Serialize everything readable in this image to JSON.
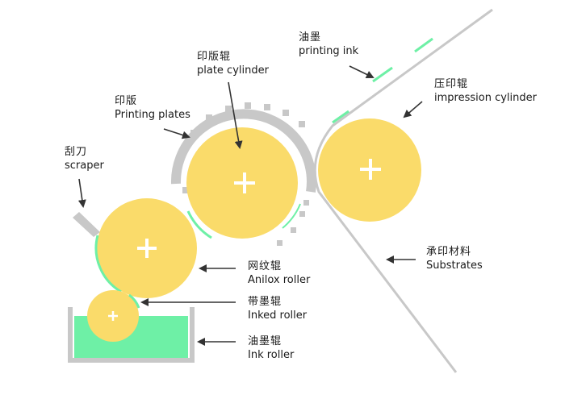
{
  "labels": {
    "printing_ink": {
      "zh": "油墨",
      "en": "printing ink"
    },
    "plate_cylinder": {
      "zh": "印版辊",
      "en": "plate cylinder"
    },
    "printing_plates": {
      "zh": "印版",
      "en": "Printing plates"
    },
    "impression_cylinder": {
      "zh": "压印辊",
      "en": "impression cylinder"
    },
    "scraper": {
      "zh": "刮刀",
      "en": "scraper"
    },
    "substrates": {
      "zh": "承印材料",
      "en": "Substrates"
    },
    "anilox_roller": {
      "zh": "网纹辊",
      "en": "Anilox roller"
    },
    "inked_roller": {
      "zh": "带墨辊",
      "en": "Inked roller"
    },
    "ink_roller": {
      "zh": "油墨辊",
      "en": "Ink roller"
    }
  },
  "colors": {
    "roller": "#fadb6a",
    "ink": "#6ef0a6",
    "gray": "#c8c8c8",
    "text": "#1a1a1a",
    "arrow": "#333333"
  }
}
